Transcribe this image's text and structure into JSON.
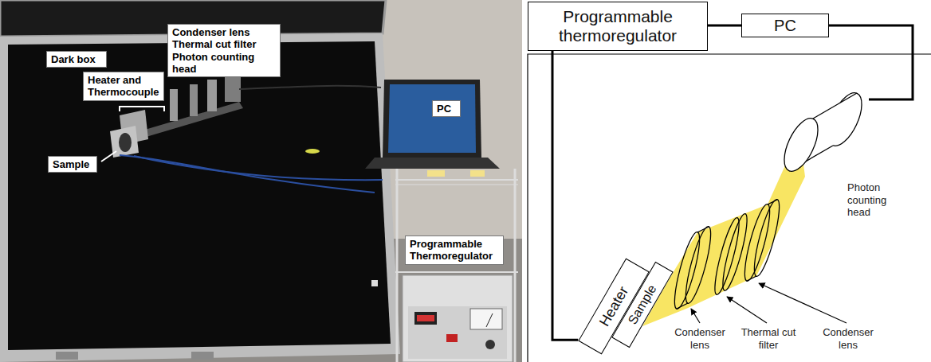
{
  "diagram": {
    "nodes": [
      {
        "text": [
          "Dark box"
        ]
      },
      {
        "text": [
          "Condenser lens",
          "Thermal cut filter",
          "Photon counting head"
        ]
      },
      {
        "text": [
          "Heater and Thermocouple"
        ]
      },
      {
        "text": [
          "Sample"
        ]
      },
      {
        "text": [
          "PC"
        ]
      },
      {
        "text": [
          "Programmable Thermoregulator"
        ]
      },
      {
        "text": [
          "Programmable thermoregulator"
        ]
      },
      {
        "text": [
          "PC"
        ]
      },
      {
        "text": [
          "Photon counting head"
        ]
      },
      {
        "text": [
          "Heater"
        ]
      },
      {
        "text": [
          "Sample"
        ]
      }
    ],
    "edges": [
      {
        "from": 6,
        "to": 7,
        "arrow": "none"
      },
      {
        "from": 7,
        "to": 8,
        "arrow": "none"
      },
      {
        "from": 6,
        "to": 9,
        "arrow": "none"
      }
    ],
    "labels": [
      "Condenser lens",
      "Thermal cut filter",
      "Condenser lens"
    ]
  }
}
